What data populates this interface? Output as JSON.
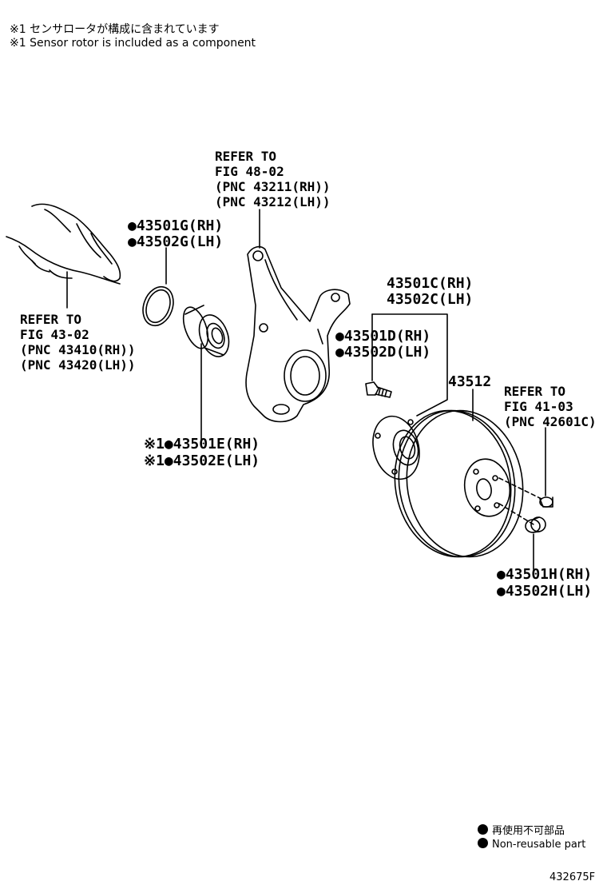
{
  "notes": {
    "jp": "※1 センサロータが構成に含まれています",
    "en": "※1 Sensor rotor is included as a component"
  },
  "labels": {
    "ref_knuckle": [
      "REFER TO",
      "FIG 48-02",
      "(PNC 43211(RH))",
      "(PNC 43212(LH))"
    ],
    "ref_shaft": [
      "REFER TO",
      "FIG 43-02",
      "(PNC 43410(RH))",
      "(PNC 43420(LH))"
    ],
    "ref_nut": [
      "REFER TO",
      "FIG 41-03",
      "(PNC 42601C)"
    ],
    "snap_ring": [
      "●43501G(RH)",
      "●43502G(LH)"
    ],
    "hub_assy": [
      "43501C(RH)",
      "43502C(LH)"
    ],
    "hub_bolt": [
      "●43501D(RH)",
      "●43502D(LH)"
    ],
    "bearing": [
      "※1●43501E(RH)",
      "※1●43502E(LH)"
    ],
    "disc": "43512",
    "nut": [
      "●43501H(RH)",
      "●43502H(LH)"
    ]
  },
  "legend": {
    "jp": "再使用不可部品",
    "en": "Non-reusable part"
  },
  "figure_id": "432675F"
}
